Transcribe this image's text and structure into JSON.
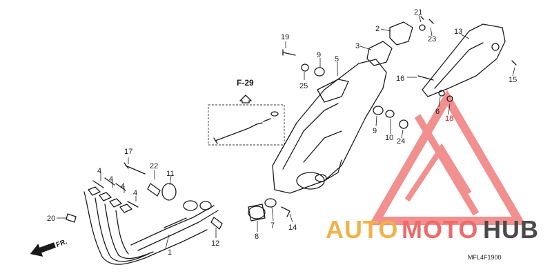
{
  "reference": {
    "label": "F-29"
  },
  "direction": {
    "label": "FR."
  },
  "diagram_code": "MFL4F1900",
  "watermark": {
    "part1": "AUTO",
    "part2": "MOTO",
    "part3": "HUB",
    "color_orange": "#f2b24a",
    "color_red": "#ee6a6a",
    "color_dark": "#4a4a4a"
  },
  "callouts": [
    {
      "id": "1",
      "label": "1"
    },
    {
      "id": "2",
      "label": "2"
    },
    {
      "id": "3",
      "label": "3"
    },
    {
      "id": "4a",
      "label": "4"
    },
    {
      "id": "4b",
      "label": "4"
    },
    {
      "id": "4c",
      "label": "4"
    },
    {
      "id": "4d",
      "label": "4"
    },
    {
      "id": "5",
      "label": "5"
    },
    {
      "id": "6",
      "label": "6"
    },
    {
      "id": "7",
      "label": "7"
    },
    {
      "id": "8",
      "label": "8"
    },
    {
      "id": "9a",
      "label": "9"
    },
    {
      "id": "9b",
      "label": "9"
    },
    {
      "id": "10",
      "label": "10"
    },
    {
      "id": "11",
      "label": "11"
    },
    {
      "id": "12",
      "label": "12"
    },
    {
      "id": "13",
      "label": "13"
    },
    {
      "id": "14",
      "label": "14"
    },
    {
      "id": "15",
      "label": "15"
    },
    {
      "id": "16",
      "label": "16"
    },
    {
      "id": "17",
      "label": "17"
    },
    {
      "id": "18",
      "label": "18"
    },
    {
      "id": "19",
      "label": "19"
    },
    {
      "id": "20",
      "label": "20"
    },
    {
      "id": "21",
      "label": "21"
    },
    {
      "id": "22",
      "label": "22"
    },
    {
      "id": "23",
      "label": "23"
    },
    {
      "id": "24",
      "label": "24"
    },
    {
      "id": "25",
      "label": "25"
    }
  ]
}
